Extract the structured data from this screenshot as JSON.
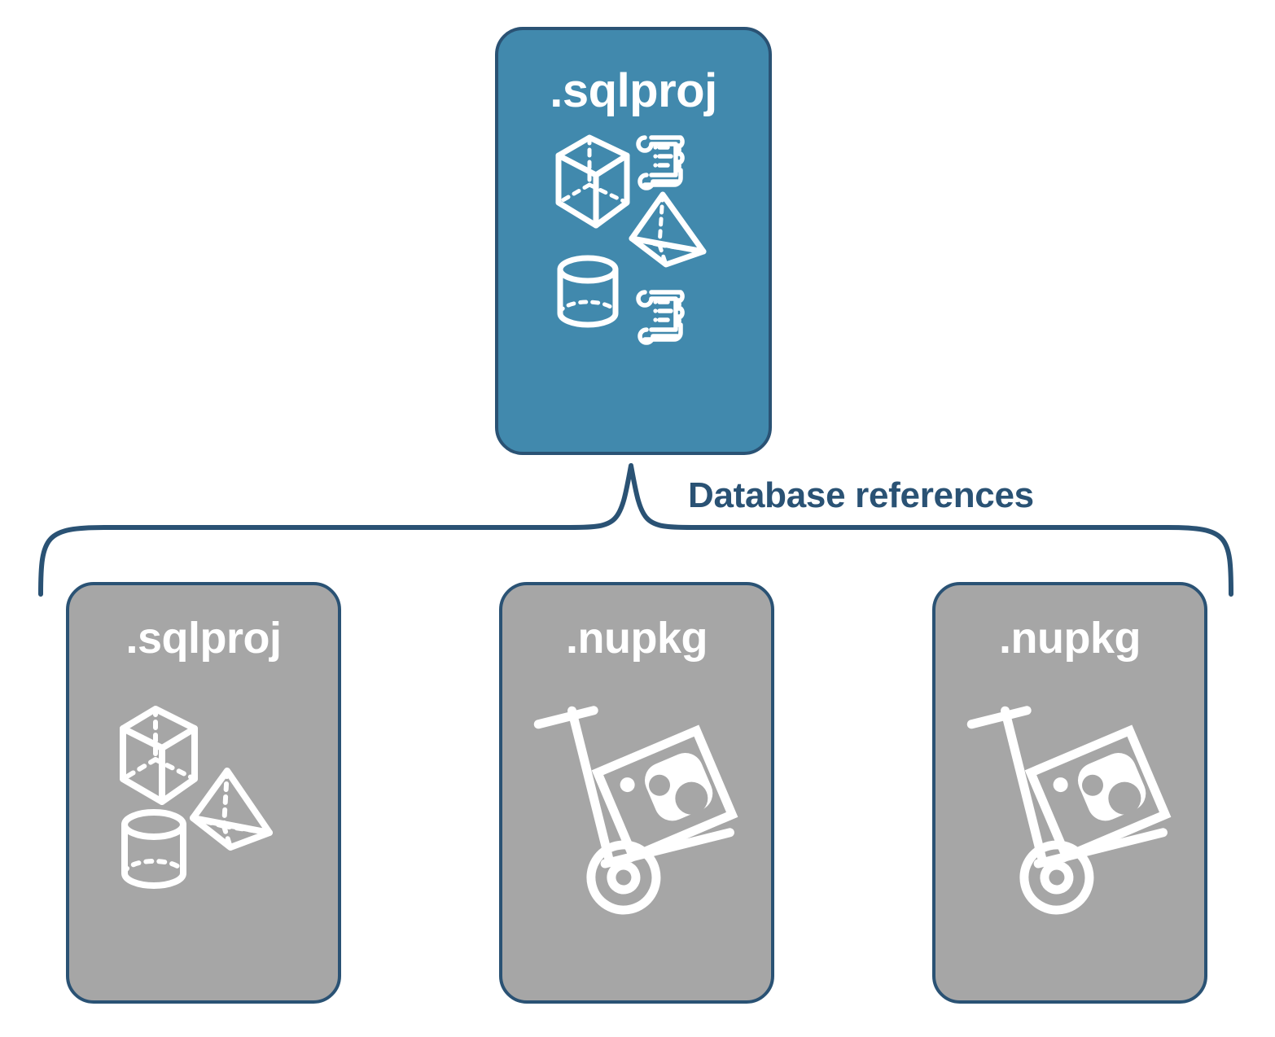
{
  "diagram": {
    "type": "hierarchy",
    "title_text": "Database references",
    "colors": {
      "root_fill": "#4189ad",
      "leaf_fill": "#a6a6a6",
      "stroke": "#2a5274",
      "icon": "#ffffff",
      "label_text": "#2a5274",
      "background": "#ffffff"
    },
    "root": {
      "label": ".sqlproj",
      "icons": [
        "cube-wireframe-icon",
        "scroll-script-icon",
        "pyramid-wireframe-icon",
        "cylinder-wireframe-icon",
        "scroll-script-icon"
      ]
    },
    "connector": {
      "label": "Database references",
      "shape": "curly-brace"
    },
    "leaves": [
      {
        "label": ".sqlproj",
        "icons": [
          "cube-wireframe-icon",
          "pyramid-wireframe-icon",
          "cylinder-wireframe-icon"
        ]
      },
      {
        "label": ".nupkg",
        "icons": [
          "hand-truck-package-icon"
        ]
      },
      {
        "label": ".nupkg",
        "icons": [
          "hand-truck-package-icon"
        ]
      }
    ]
  }
}
